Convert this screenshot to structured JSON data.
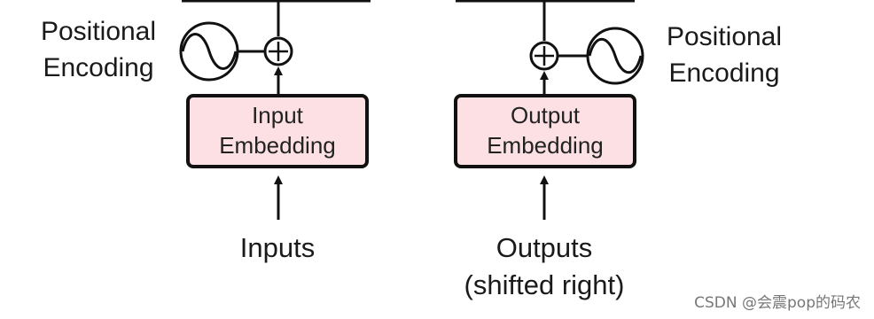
{
  "encoder": {
    "pe_label_line1": "Positional",
    "pe_label_line2": "Encoding",
    "embedding_line1": "Input",
    "embedding_line2": "Embedding",
    "input_label": "Inputs"
  },
  "decoder": {
    "pe_label_line1": "Positional",
    "pe_label_line2": "Encoding",
    "embedding_line1": "Output",
    "embedding_line2": "Embedding",
    "input_label_line1": "Outputs",
    "input_label_line2": "(shifted right)"
  },
  "watermark": "CSDN @会震pop的码农",
  "colors": {
    "embedding_fill": "#fce0e4",
    "stroke": "#111111"
  },
  "icons": {
    "positional_encoding": "sine-wave-circle-icon",
    "add": "circled-plus-icon"
  }
}
